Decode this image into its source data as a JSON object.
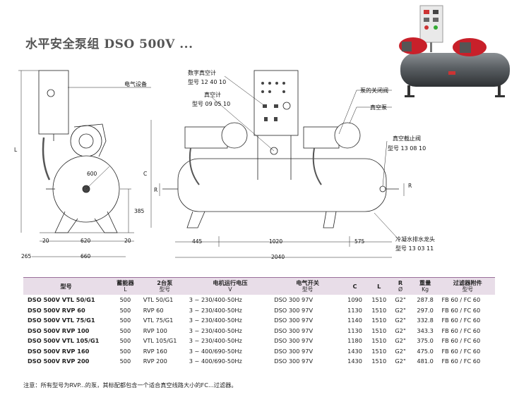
{
  "page_title": "水平安全泵组 DSO 500V ...",
  "drawing_labels": {
    "electrical": "电气设备",
    "digital_gauge": "数字真空计",
    "digital_gauge_model": "型号 12 40 10",
    "vacuum_gauge": "真空计",
    "vacuum_gauge_model": "型号 09 05 10",
    "pump_shutoff": "泵的关闭阀",
    "vacuum_pump": "真空泵",
    "check_valve": "真空截止阀",
    "check_valve_model": "型号 13 08 10",
    "drain_tap": "冷凝水排水龙头",
    "drain_tap_model": "型号 13 03 11"
  },
  "dimension_labels": {
    "L": "L",
    "C": "C",
    "R_left": "R",
    "R_right": "R",
    "d600": "600",
    "d385": "385",
    "d20a": "20",
    "d620": "620",
    "d20b": "20",
    "d265": "265",
    "d660": "660",
    "d445": "445",
    "d1020": "1020",
    "d575": "575",
    "d2040": "2040"
  },
  "table": {
    "headers": [
      {
        "main": "型号",
        "sub": ""
      },
      {
        "main": "蓄能器",
        "sub": "L"
      },
      {
        "main": "2台泵",
        "sub": "型号"
      },
      {
        "main": "电机运行电压",
        "sub": "V"
      },
      {
        "main": "电气开关",
        "sub": "型号"
      },
      {
        "main": "C",
        "sub": ""
      },
      {
        "main": "L",
        "sub": ""
      },
      {
        "main": "R",
        "sub": "Ø"
      },
      {
        "main": "重量",
        "sub": "Kg"
      },
      {
        "main": "过滤器附件",
        "sub": "型号"
      }
    ],
    "rows": [
      [
        "DSO 500V VTL 50/G1",
        "500",
        "VTL 50/G1",
        "3 ~ 230/400-50Hz",
        "DSO 300 97V",
        "1090",
        "1510",
        "G2\"",
        "287.8",
        "FB 60 / FC 60"
      ],
      [
        "DSO 500V RVP 60",
        "500",
        "RVP 60",
        "3 ~ 230/400-50Hz",
        "DSO 300 97V",
        "1130",
        "1510",
        "G2\"",
        "297.0",
        "FB 60 / FC 60"
      ],
      [
        "DSO 500V VTL 75/G1",
        "500",
        "VTL 75/G1",
        "3 ~ 230/400-50Hz",
        "DSO 300 97V",
        "1140",
        "1510",
        "G2\"",
        "332.8",
        "FB 60 / FC 60"
      ],
      [
        "DSO 500V RVP 100",
        "500",
        "RVP 100",
        "3 ~ 230/400-50Hz",
        "DSO 300 97V",
        "1130",
        "1510",
        "G2\"",
        "343.3",
        "FB 60 / FC 60"
      ],
      [
        "DSO 500V VTL 105/G1",
        "500",
        "VTL 105/G1",
        "3 ~ 230/400-50Hz",
        "DSO 300 97V",
        "1180",
        "1510",
        "G2\"",
        "375.0",
        "FB 60 / FC 60"
      ],
      [
        "DSO 500V RVP 160",
        "500",
        "RVP 160",
        "3 ~ 400/690-50Hz",
        "DSO 300 97V",
        "1430",
        "1510",
        "G2\"",
        "475.0",
        "FB 60 / FC 60"
      ],
      [
        "DSO 500V RVP 200",
        "500",
        "RVP 200",
        "3 ~ 400/690-50Hz",
        "DSO 300 97V",
        "1430",
        "1510",
        "G2\"",
        "481.0",
        "FB 60 / FC 60"
      ]
    ]
  },
  "note": "注意：所有型号为RVP...的泵，其标配都包含一个适合真空线路大小的FC...过滤器。",
  "colors": {
    "header_bg": "#e8dde8",
    "pump_red": "#c8202a",
    "tank_gray": "#5a5f63"
  }
}
